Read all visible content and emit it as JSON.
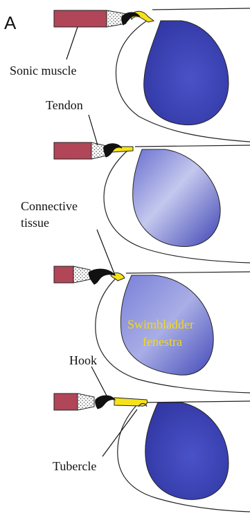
{
  "panel_letter": "A",
  "labels": {
    "sonic_muscle": "Sonic muscle",
    "tendon": "Tendon",
    "connective_tissue_line1": "Connective",
    "connective_tissue_line2": "tissue",
    "swimbladder_fenestra_line1": "Swimbladder",
    "swimbladder_fenestra_line2": "fenestra",
    "hook": "Hook",
    "tubercle": "Tubercle"
  },
  "colors": {
    "muscle": "#b84a5c",
    "bladder_dark": "#3a3fae",
    "bladder_light": "#b8bde8",
    "connective_tissue": "#f5e21a",
    "hook": "#111111",
    "fenestra_label": "#f2d91a"
  }
}
